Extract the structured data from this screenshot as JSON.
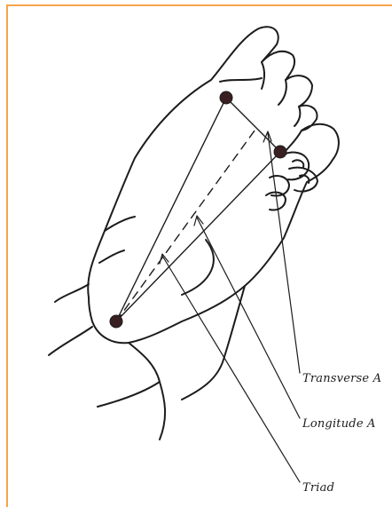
{
  "diagram": {
    "labels": {
      "transverse": "Transverse A",
      "longitude": "Longitude A",
      "triad": "Triad"
    },
    "colors": {
      "border": "#f5a44a",
      "ink": "#1c1c1c",
      "point": "#3a1f22"
    },
    "icons": [
      "foot-outline",
      "anatomical-point"
    ]
  }
}
